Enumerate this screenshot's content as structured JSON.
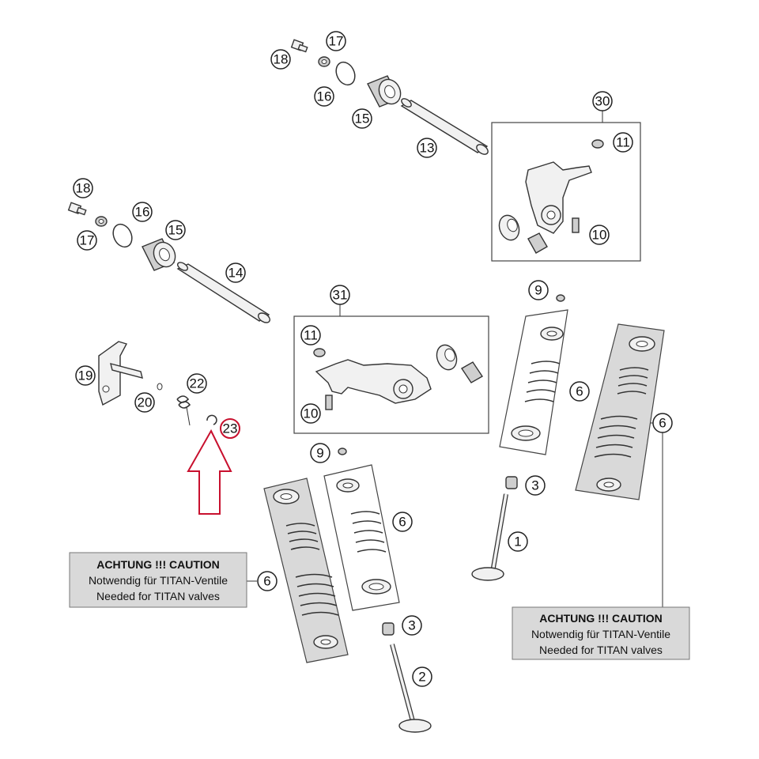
{
  "callouts": {
    "c18a": "18",
    "c17a": "17",
    "c16a": "16",
    "c15a": "15",
    "c13": "13",
    "c30": "30",
    "c11a": "11",
    "c10a": "10",
    "c18b": "18",
    "c16b": "16",
    "c17b": "17",
    "c15b": "15",
    "c14": "14",
    "c31": "31",
    "c11b": "11",
    "c10b": "10",
    "c9a": "9",
    "c6a": "6",
    "c6b": "6",
    "c3a": "3",
    "c1": "1",
    "c19": "19",
    "c22": "22",
    "c20": "20",
    "c23": "23",
    "c9b": "9",
    "c6c": "6",
    "c6d": "6",
    "c3b": "3",
    "c2": "2"
  },
  "caution_left": {
    "line1": "ACHTUNG !!! CAUTION",
    "line2": "Notwendig für TITAN-Ventile",
    "line3": "Needed for TITAN valves"
  },
  "caution_right": {
    "line1": "ACHTUNG !!! CAUTION",
    "line2": "Notwendig für TITAN-Ventile",
    "line3": "Needed for TITAN valves"
  },
  "colors": {
    "highlight": "#c8102e",
    "line": "#333333",
    "shade": "#d9d9d9"
  }
}
